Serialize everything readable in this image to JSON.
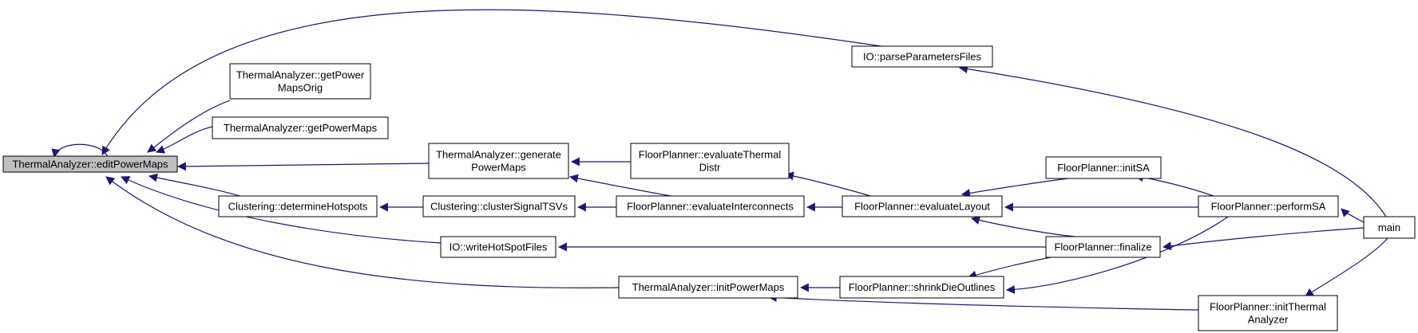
{
  "nodes": {
    "edit": {
      "lines": [
        "ThermalAnalyzer::editPowerMaps"
      ],
      "highlight": true
    },
    "getOrig": {
      "lines": [
        "ThermalAnalyzer::getPower",
        "MapsOrig"
      ]
    },
    "getMaps": {
      "lines": [
        "ThermalAnalyzer::getPowerMaps"
      ]
    },
    "generate": {
      "lines": [
        "ThermalAnalyzer::generate",
        "PowerMaps"
      ]
    },
    "determine": {
      "lines": [
        "Clustering::determineHotspots"
      ]
    },
    "cluster": {
      "lines": [
        "Clustering::clusterSignalTSVs"
      ]
    },
    "writeHot": {
      "lines": [
        "IO::writeHotSpotFiles"
      ]
    },
    "initPM": {
      "lines": [
        "ThermalAnalyzer::initPowerMaps"
      ]
    },
    "parse": {
      "lines": [
        "IO::parseParametersFiles"
      ]
    },
    "evalThermal": {
      "lines": [
        "FloorPlanner::evaluateThermal",
        "Distr"
      ]
    },
    "evalInter": {
      "lines": [
        "FloorPlanner::evaluateInterconnects"
      ]
    },
    "evalLayout": {
      "lines": [
        "FloorPlanner::evaluateLayout"
      ]
    },
    "shrink": {
      "lines": [
        "FloorPlanner::shrinkDieOutlines"
      ]
    },
    "initSA": {
      "lines": [
        "FloorPlanner::initSA"
      ]
    },
    "finalize": {
      "lines": [
        "FloorPlanner::finalize"
      ]
    },
    "performSA": {
      "lines": [
        "FloorPlanner::performSA"
      ]
    },
    "initTA": {
      "lines": [
        "FloorPlanner::initThermal",
        "Analyzer"
      ]
    },
    "main": {
      "lines": [
        "main"
      ]
    }
  },
  "edges": [
    {
      "from": "edit",
      "to": "edit"
    },
    {
      "from": "getOrig",
      "to": "edit"
    },
    {
      "from": "getMaps",
      "to": "edit"
    },
    {
      "from": "generate",
      "to": "edit"
    },
    {
      "from": "determine",
      "to": "edit"
    },
    {
      "from": "writeHot",
      "to": "edit"
    },
    {
      "from": "initPM",
      "to": "edit"
    },
    {
      "from": "parse",
      "to": "edit"
    },
    {
      "from": "evalThermal",
      "to": "generate"
    },
    {
      "from": "evalInter",
      "to": "generate"
    },
    {
      "from": "cluster",
      "to": "determine"
    },
    {
      "from": "evalInter",
      "to": "cluster"
    },
    {
      "from": "evalLayout",
      "to": "evalThermal"
    },
    {
      "from": "evalLayout",
      "to": "evalInter"
    },
    {
      "from": "initSA",
      "to": "evalLayout"
    },
    {
      "from": "performSA",
      "to": "evalLayout"
    },
    {
      "from": "finalize",
      "to": "evalLayout"
    },
    {
      "from": "finalize",
      "to": "writeHot"
    },
    {
      "from": "shrink",
      "to": "initPM"
    },
    {
      "from": "initTA",
      "to": "initPM"
    },
    {
      "from": "finalize",
      "to": "shrink"
    },
    {
      "from": "performSA",
      "to": "shrink"
    },
    {
      "from": "performSA",
      "to": "initSA"
    },
    {
      "from": "main",
      "to": "parse"
    },
    {
      "from": "main",
      "to": "performSA"
    },
    {
      "from": "main",
      "to": "finalize"
    },
    {
      "from": "main",
      "to": "initTA"
    }
  ],
  "colors": {
    "edge": "#191970",
    "highlight_fill": "#bfbfbf",
    "node_border": "#000000"
  }
}
